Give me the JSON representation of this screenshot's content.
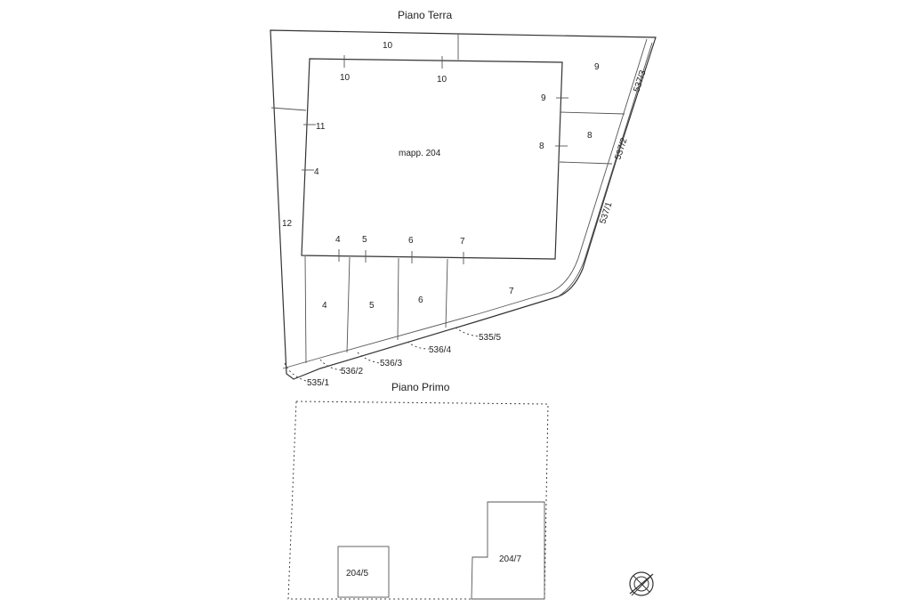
{
  "sections": {
    "ground_floor": {
      "title": "Piano Terra"
    },
    "first_floor": {
      "title": "Piano Primo"
    }
  },
  "parcel": {
    "label": "mapp. 204"
  },
  "ground_labels": {
    "top_10": "10",
    "top_10_a": "10",
    "top_10_b": "10",
    "lot_9": "9",
    "side_9": "9",
    "lot_8": "8",
    "side_8": "8",
    "side_11": "11",
    "side_4": "4",
    "lot_12": "12",
    "tick_4": "4",
    "tick_5": "5",
    "tick_6": "6",
    "tick_7": "7",
    "lot_4": "4",
    "lot_5": "5",
    "lot_6": "6",
    "lot_7": "7"
  },
  "sub_parcels": {
    "p535_1": "535/1",
    "p536_2": "536/2",
    "p536_3": "536/3",
    "p536_4": "536/4",
    "p535_5": "535/5",
    "p537_1": "537/1",
    "p537_2": "537/2",
    "p537_3": "537/3"
  },
  "first_floor_labels": {
    "room_204_5": "204/5",
    "room_204_7": "204/7"
  },
  "icons": {
    "compass": "north-arrow-icon"
  }
}
